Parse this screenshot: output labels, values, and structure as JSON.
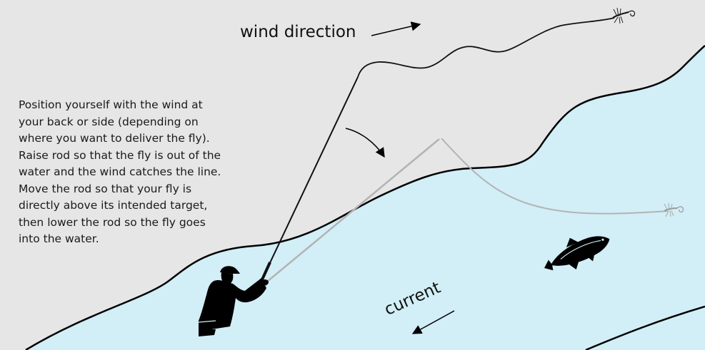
{
  "labels": {
    "wind_direction": "wind direction",
    "current": "current"
  },
  "instructions": [
    "Position yourself with the wind at",
    "your back or side (depending on",
    "where you want to deliver the fly).",
    "Raise rod so that the fly is out of the",
    "water and the wind catches the line.",
    "Move the rod so that your fly is",
    "directly above its intended target,",
    "then lower the rod so the fly goes",
    "into the water."
  ],
  "colors": {
    "background": "#e6e6e6",
    "water": "#d2eef7",
    "shoreline": "#000000",
    "line_raised": "#111111",
    "line_lowered": "#b3b3b3",
    "silhouette": "#000000"
  },
  "icons": {
    "angler": "angler-silhouette-icon",
    "fish": "trout-icon",
    "fly": "dry-fly-icon"
  }
}
